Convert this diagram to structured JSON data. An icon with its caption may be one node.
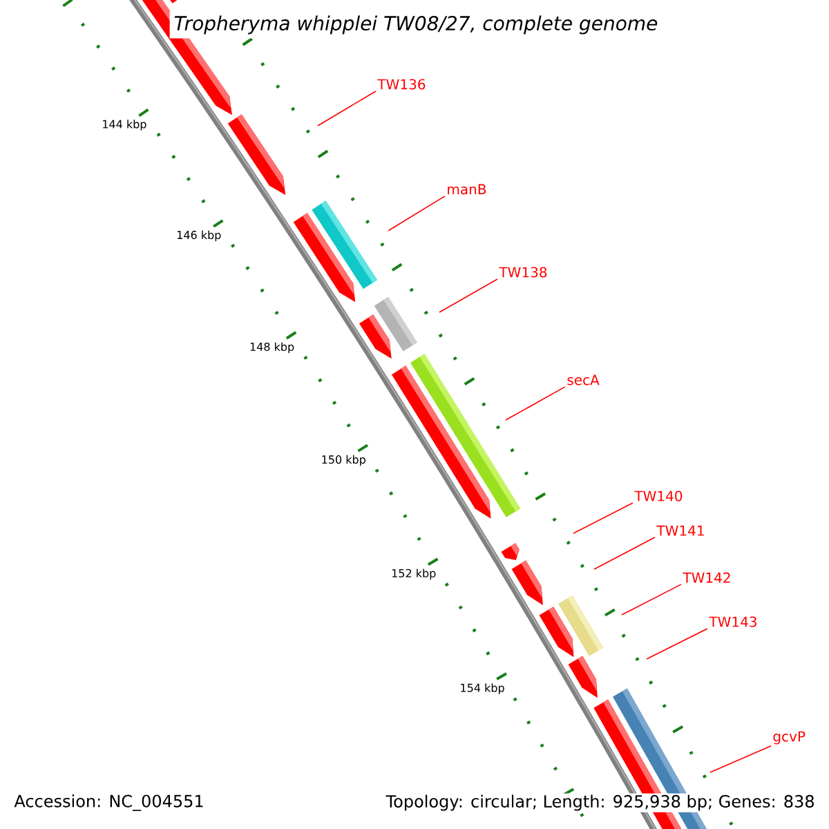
{
  "diagram": {
    "title": "Tropheryma whipplei TW08/27, complete genome",
    "nodes": [
      {
        "text": [
          "TW136"
        ]
      },
      {
        "text": [
          "manB"
        ]
      },
      {
        "text": [
          "TW138"
        ]
      },
      {
        "text": [
          "secA"
        ]
      },
      {
        "text": [
          "TW140"
        ]
      },
      {
        "text": [
          "TW141"
        ]
      },
      {
        "text": [
          "TW142"
        ]
      },
      {
        "text": [
          "TW143"
        ]
      },
      {
        "text": [
          "gcvP"
        ]
      }
    ],
    "edges": [
      {
        "from": 0,
        "to": null,
        "arrow": "none"
      },
      {
        "from": 1,
        "to": null,
        "arrow": "none"
      },
      {
        "from": 2,
        "to": null,
        "arrow": "none"
      },
      {
        "from": 3,
        "to": null,
        "arrow": "none"
      },
      {
        "from": 4,
        "to": null,
        "arrow": "none"
      },
      {
        "from": 5,
        "to": null,
        "arrow": "none"
      },
      {
        "from": 6,
        "to": null,
        "arrow": "none"
      },
      {
        "from": 7,
        "to": null,
        "arrow": "none"
      },
      {
        "from": 8,
        "to": null,
        "arrow": "none"
      }
    ],
    "labels": [
      "144 kbp",
      "146 kbp",
      "148 kbp",
      "150 kbp",
      "152 kbp",
      "154 kbp",
      "Accession: NC_004551",
      "Topology: circular; Length: 925,938 bp; Genes: 838"
    ]
  }
}
